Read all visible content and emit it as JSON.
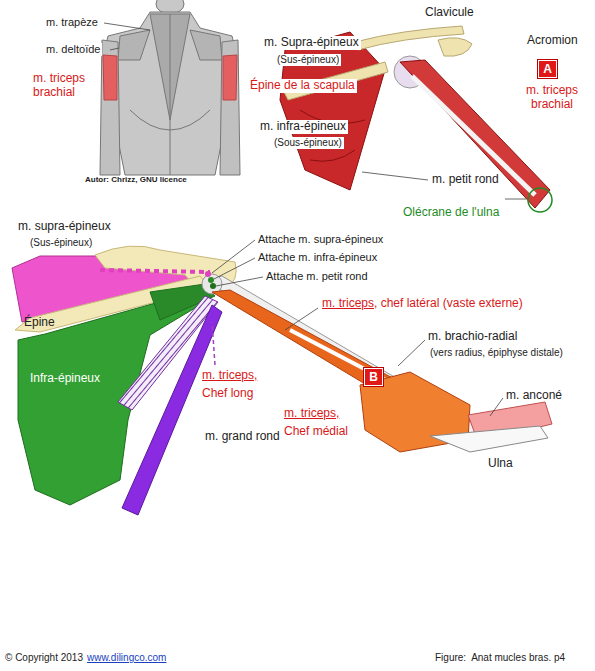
{
  "diagram": {
    "caption": "Figure:  Anat mucles bras. p4",
    "nodes": [
      {
        "text": [
          "A"
        ]
      },
      {
        "text": [
          "B"
        ]
      }
    ],
    "labels": [
      "m. trapèze",
      "m. deltoïde",
      "m. triceps brachial",
      "Autor: Chrizz, GNU licence",
      "Clavicule",
      "Acromion",
      "m. Supra-épineux",
      "(Sus-épineux)",
      "Épine de la scapula",
      "m. infra-épineux",
      "(Sous-épineux)",
      "m. petit rond",
      "Olécrane de l'ulna",
      "m. triceps brachial",
      "m. supra-épineux",
      "(Sus-épineux)",
      "Épine",
      "Infra-épineux",
      "Attache m. supra-épineux",
      "Attache m. infra-épineux",
      "Attache m. petit rond",
      "m. triceps",
      ", chef latéral (vaste externe)",
      "m. brachio-radial",
      "(vers radius, épiphyse distale)",
      "m. triceps,",
      "Chef long",
      "m. grand rond",
      "m. triceps,",
      "Chef médial",
      "m. anconé",
      "Ulna",
      "© Copyright 2013",
      "www.dilingco.com"
    ]
  }
}
